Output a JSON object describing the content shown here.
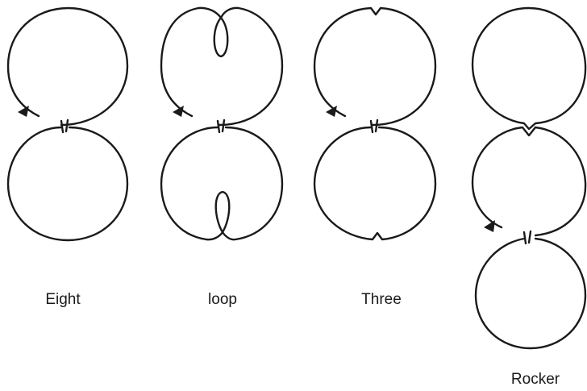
{
  "figures": [
    {
      "id": "eight",
      "caption": "Eight"
    },
    {
      "id": "loop",
      "caption": "loop"
    },
    {
      "id": "three",
      "caption": "Three"
    },
    {
      "id": "rocker",
      "caption": "Rocker"
    }
  ],
  "colors": {
    "stroke": "#1a1a1a",
    "background": "#ffffff"
  }
}
